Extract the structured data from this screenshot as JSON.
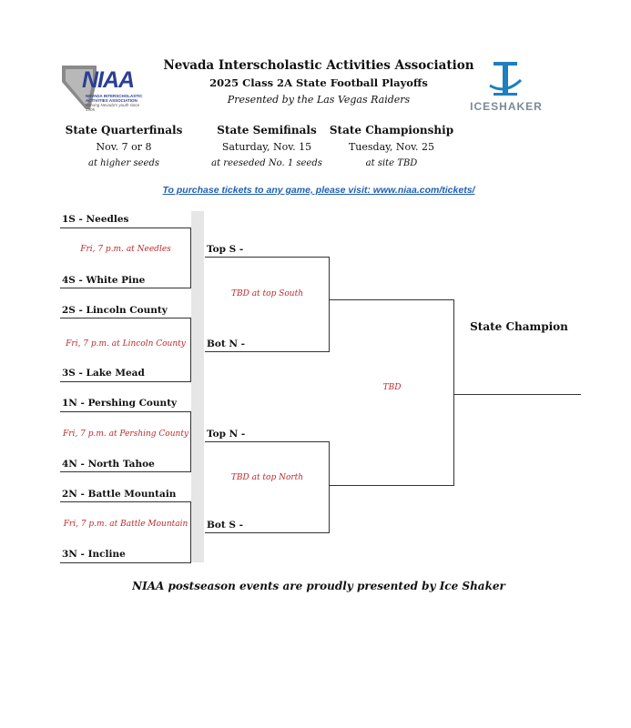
{
  "header": {
    "org": "Nevada Interscholastic Activities Association",
    "event": "2025 Class 2A State Football Playoffs",
    "sponsor_line": "Presented by the Las Vegas Raiders"
  },
  "logos": {
    "niaa": {
      "text": "NIAA",
      "sub1": "NEVADA INTERSCHOLASTIC",
      "sub2": "ACTIVITIES ASSOCIATION",
      "tagline": "Serving Nevada's youth since 1905",
      "icon": "nevada-state-icon"
    },
    "iceshaker": {
      "text": "ICESHAKER",
      "icon": "iceshaker-bottle-icon"
    }
  },
  "columns": [
    {
      "title": "State Quarterfinals",
      "date": "Nov. 7 or 8",
      "site": "at higher seeds"
    },
    {
      "title": "State Semifinals",
      "date": "Saturday, Nov. 15",
      "site": "at reeseded No. 1 seeds"
    },
    {
      "title": "State Championship",
      "date": "Tuesday, Nov. 25",
      "site": "at site TBD"
    }
  ],
  "tickets_link": "To purchase tickets to any game, please visit: www.niaa.com/tickets/",
  "quarterfinals": [
    {
      "top": "1S - Needles",
      "game": "Fri, 7 p.m. at Needles",
      "bottom": "4S - White Pine"
    },
    {
      "top": "2S - Lincoln County",
      "game": "Fri, 7 p.m. at Lincoln County",
      "bottom": "3S - Lake Mead"
    },
    {
      "top": "1N - Pershing County",
      "game": "Fri, 7 p.m. at Pershing County",
      "bottom": "4N - North Tahoe"
    },
    {
      "top": "2N - Battle Mountain",
      "game": "Fri, 7 p.m. at Battle Mountain",
      "bottom": "3N - Incline"
    }
  ],
  "semifinals": [
    {
      "top": "Top S -",
      "game": "TBD at top South",
      "bottom": "Bot N -"
    },
    {
      "top": "Top N -",
      "game": "TBD at top North",
      "bottom": "Bot S -"
    }
  ],
  "championship": {
    "game": "TBD"
  },
  "champion_label": "State Champion",
  "footer": "NIAA postseason events are proudly presented by Ice Shaker",
  "colors": {
    "game_text": "#c0282a",
    "link": "#1f5fb0",
    "niaa_blue": "#2b3f93",
    "ice_blue": "#1e7fc0"
  }
}
